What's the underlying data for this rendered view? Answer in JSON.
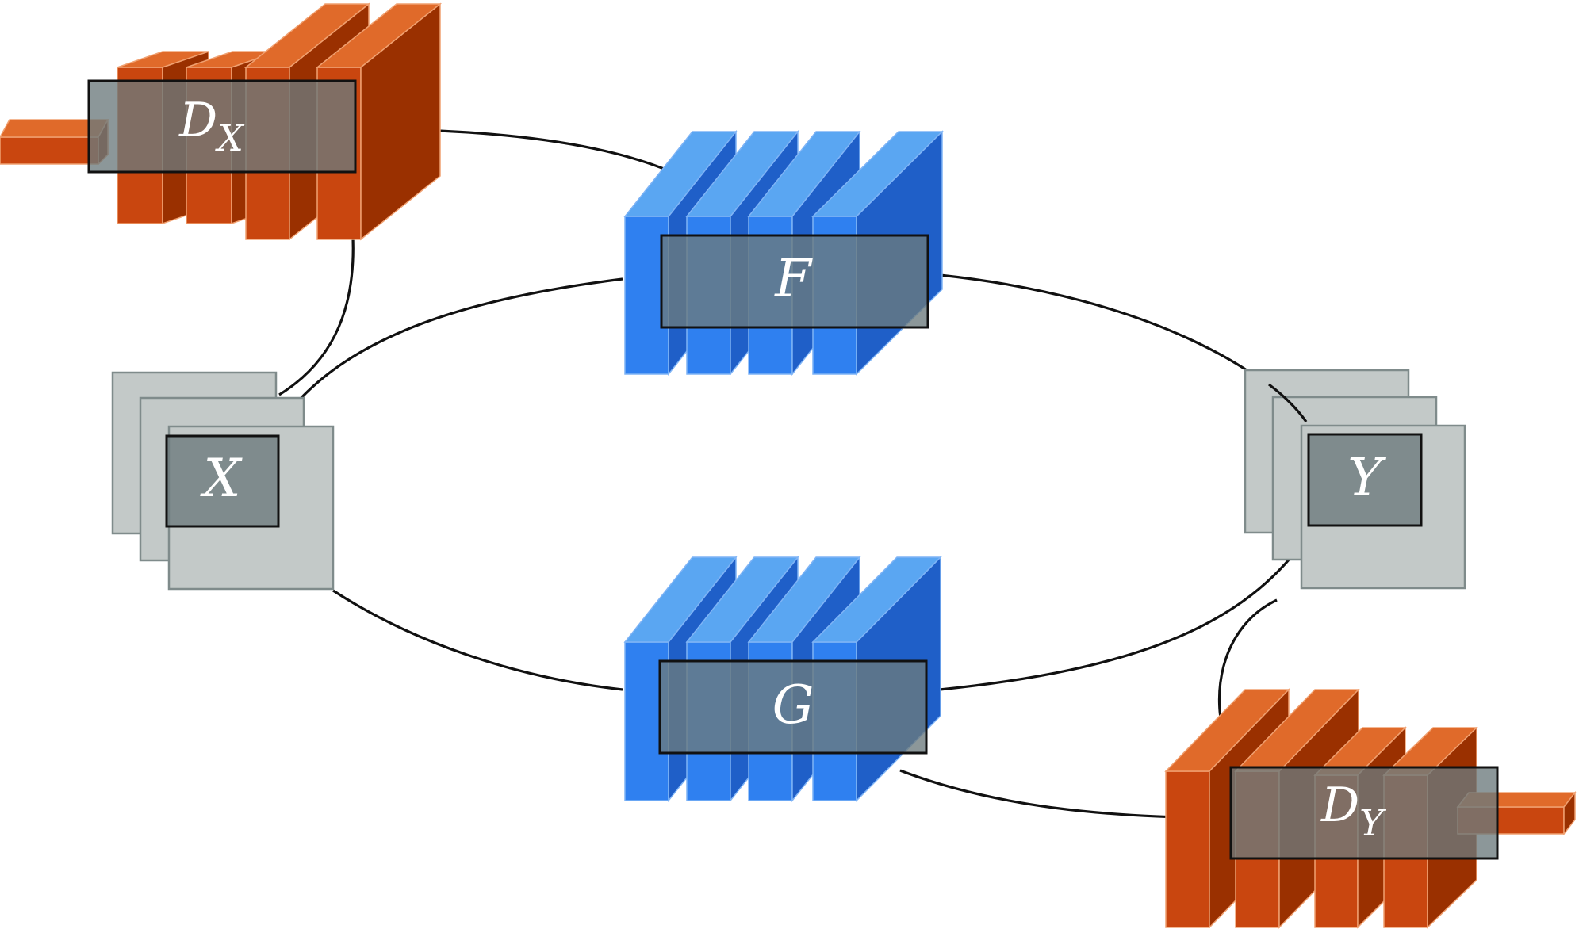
{
  "nodes": {
    "F": {
      "label": "F"
    },
    "G": {
      "label": "G"
    },
    "X": {
      "label": "X"
    },
    "Y": {
      "label": "Y"
    },
    "DX": {
      "label": "D",
      "subscript": "X"
    },
    "DY": {
      "label": "D",
      "subscript": "Y"
    }
  },
  "colors": {
    "generator_front": "#2f80f0",
    "generator_top": "#5aa6f2",
    "generator_side": "#1f5fc8",
    "discriminator_front": "#c9460f",
    "discriminator_top": "#e06a2a",
    "discriminator_side": "#9a3000",
    "image_fill": "#c3c9c8",
    "label_box": "#6c7a7c",
    "edge": "#111111"
  }
}
